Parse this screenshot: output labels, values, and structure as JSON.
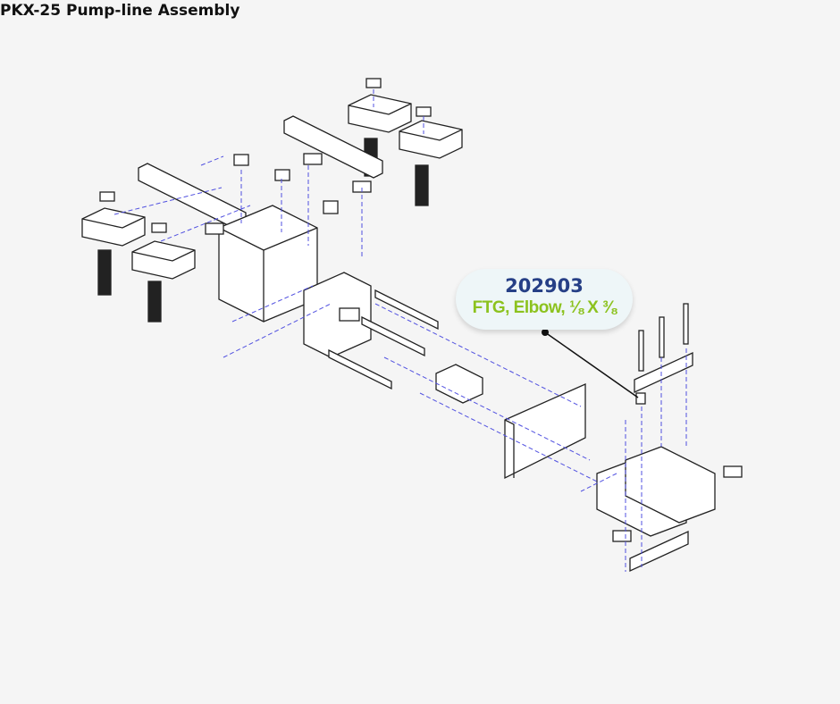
{
  "title": "PKX-25 Pump-line Assembly",
  "callout": {
    "part_number": "202903",
    "description": "FTG, Elbow, ⅛ X ⅜"
  },
  "colors": {
    "part_number": "#263f86",
    "description": "#8cc21e",
    "leader_lines": "#5050e0"
  }
}
